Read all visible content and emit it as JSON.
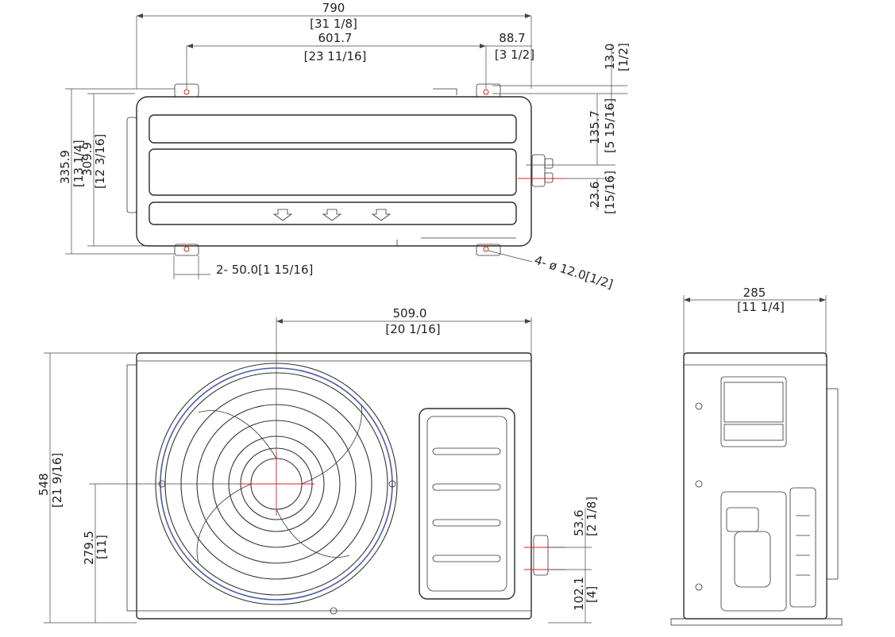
{
  "top_view": {
    "width_mm": "790",
    "width_in": "[31 1/8]",
    "mount_spacing_mm": "601.7",
    "mount_spacing_in": "[23 11/16]",
    "mount_offset_mm": "88.7",
    "mount_offset_in": "[3 1/2]",
    "top_offset_mm": "13.0",
    "top_offset_in": "[1/2]",
    "depth_total_mm": "335.9",
    "depth_total_in": "[13 1/4]",
    "depth_body_mm": "309.9",
    "depth_body_in": "[12 3/16]",
    "valve_offset_mm": "135.7",
    "valve_offset_in": "[5 15/16]",
    "valve_spacing_mm": "23.6",
    "valve_spacing_in": "[15/16]",
    "slot_width_label": "2- 50.0[1 15/16]",
    "hole_label": "4- ø 12.0[1/2]"
  },
  "front_view": {
    "fan_offset_mm": "509.0",
    "fan_offset_in": "[20 1/16]",
    "height_mm": "548",
    "height_in": "[21 9/16]",
    "fan_center_height_mm": "279.5",
    "fan_center_height_in": "[11]",
    "valve_spacing_mm": "53.6",
    "valve_spacing_in": "[2 1/8]",
    "valve_height_mm": "102.1",
    "valve_height_in": "[4]"
  },
  "side_view": {
    "depth_mm": "285",
    "depth_in": "[11 1/4]"
  }
}
